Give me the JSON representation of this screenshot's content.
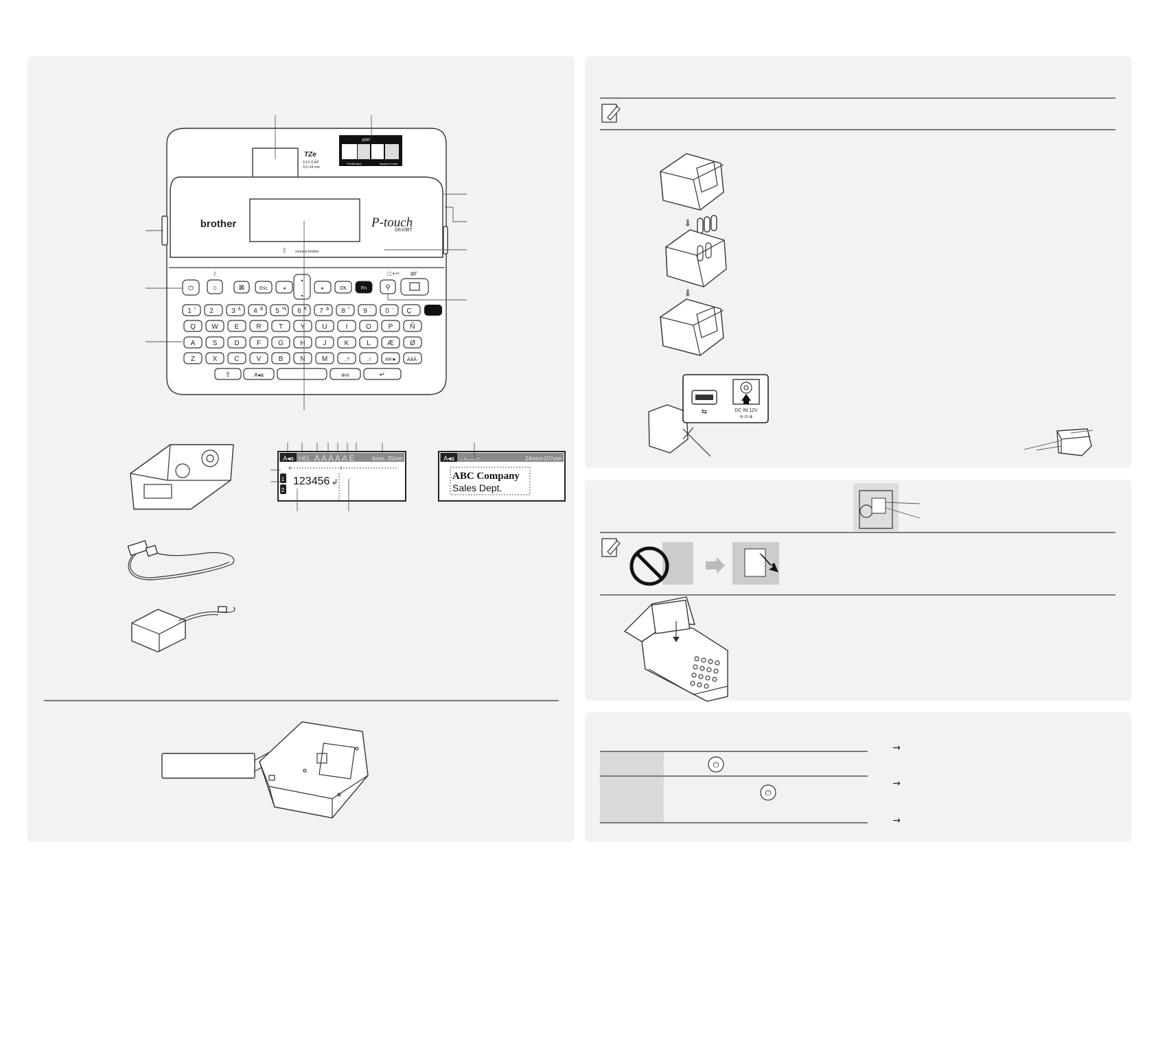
{
  "printer": {
    "brand": "brother",
    "model_logo": "P-touch",
    "model": "D610BT",
    "keys_row1": [
      "Esc",
      "OK",
      "Fn"
    ],
    "keys_num": [
      "1",
      "2",
      "3",
      "4",
      "5",
      "6",
      "7",
      "8",
      "9",
      "0",
      "Ç"
    ],
    "keys_num_sup": [
      "!",
      ":",
      "£",
      "$",
      "%",
      "€",
      "&",
      "*",
      "'",
      "-"
    ],
    "keys_q": [
      "Q",
      "W",
      "E",
      "R",
      "T",
      "Y",
      "U",
      "I",
      "O",
      "P",
      "Ñ"
    ],
    "keys_a": [
      "A",
      "S",
      "D",
      "F",
      "G",
      "H",
      "J",
      "K",
      "L",
      "Æ",
      "Ø"
    ],
    "keys_z": [
      "Z",
      "X",
      "C",
      "V",
      "B",
      "N",
      "M",
      ",  ?",
      ".  /",
      "#✉★",
      "ÀÄÅ·"
    ],
    "key_case": "A◂a",
    "label_tze_logo": "TZe",
    "label_tze_sizes": [
      "0,13–0,94\"",
      "3,5–24 mm"
    ],
    "label_app": "APP",
    "label_print_label": "Print&Label",
    "label_support": "Support Center",
    "label_connect": "connect.brother"
  },
  "lcd_edit": {
    "indicator": "A◂a",
    "styles": "HEL",
    "tape_size": "6mm· 25mm",
    "text": "123456",
    "line_numbers": [
      "1",
      "2"
    ],
    "ruler_marks": [
      "1",
      "2"
    ]
  },
  "lcd_preview": {
    "indicator": "A◂a",
    "tape_size": "24mm×107mm",
    "line1": "ABC Company",
    "line2": "Sales Dept."
  },
  "power_port": {
    "label": "DC IN 12V"
  }
}
